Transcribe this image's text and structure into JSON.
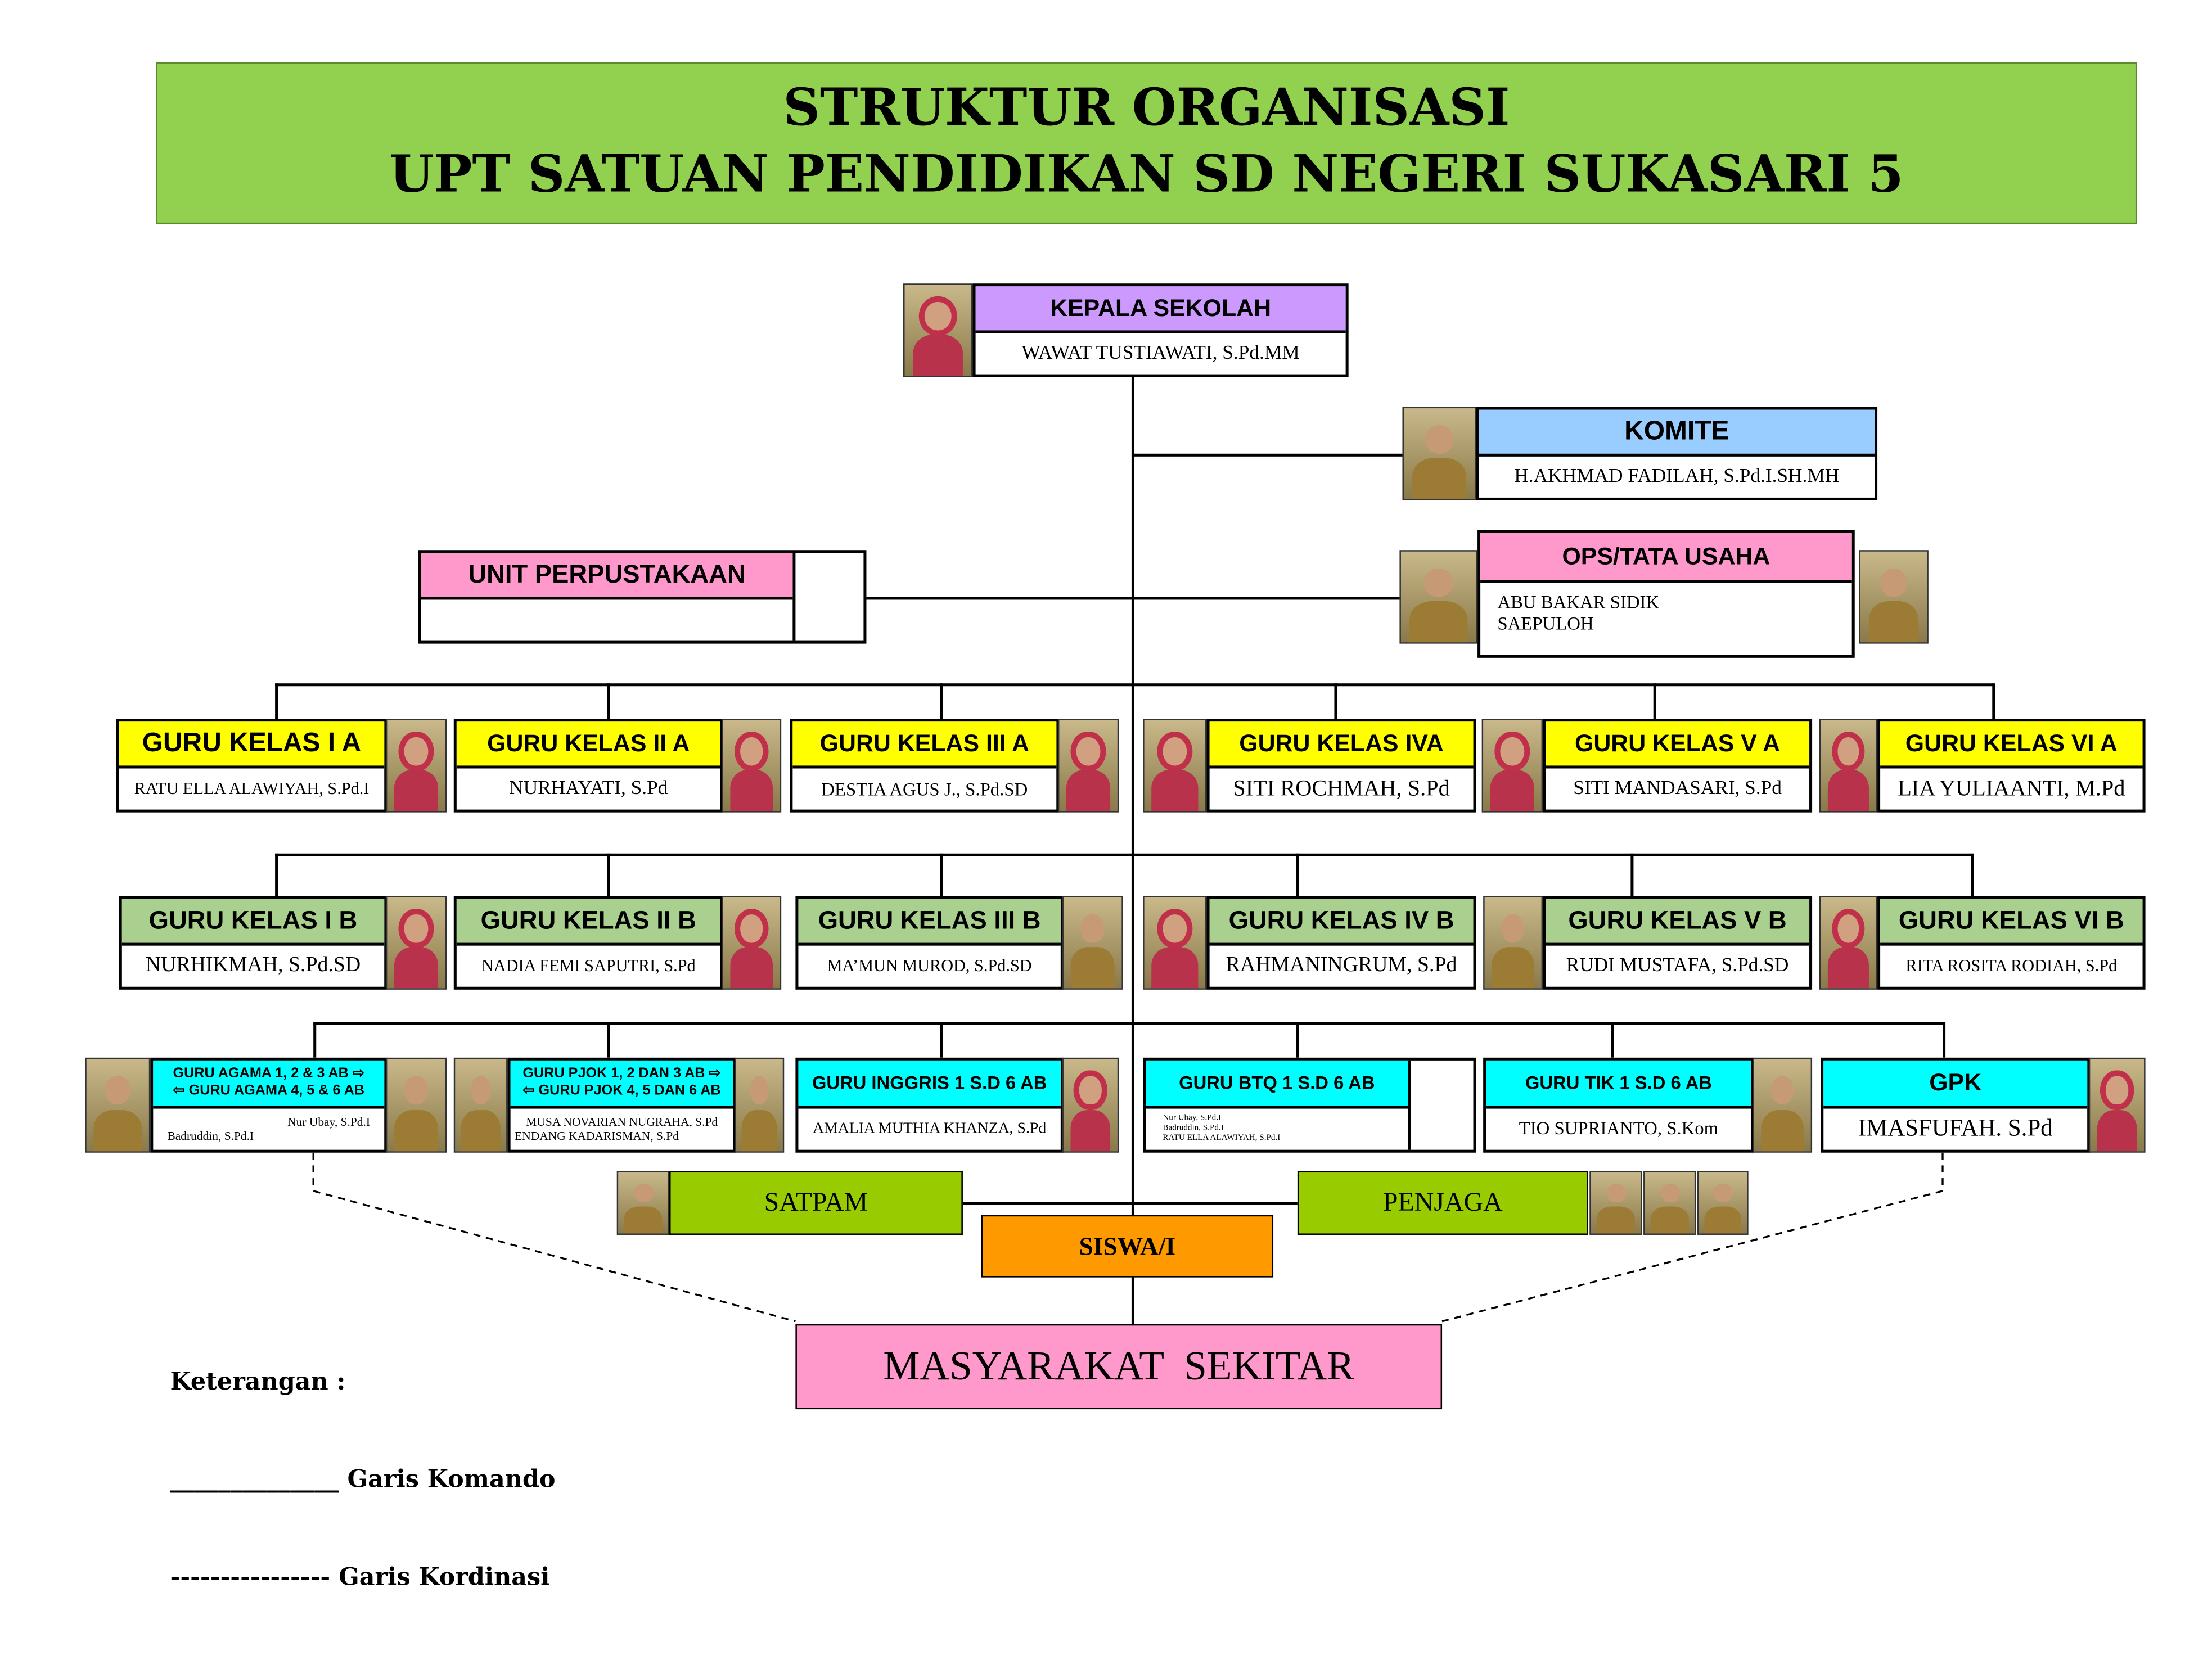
{
  "title": {
    "line1": "STRUKTUR ORGANISASI",
    "line2": "UPT SATUAN PENDIDIKAN SD NEGERI SUKASARI 5"
  },
  "kepala": {
    "title": "KEPALA  SEKOLAH",
    "name": "WAWAT TUSTIAWATI, S.Pd.MM"
  },
  "komite": {
    "title": "KOMITE",
    "name": "H.AKHMAD FADILAH, S.Pd.I.SH.MH"
  },
  "perpustakaan": {
    "title": "UNIT PERPUSTAKAAN",
    "name": ""
  },
  "ops": {
    "title": "OPS/TATA USAHA",
    "name1": "ABU BAKAR SIDIK",
    "name2": "SAEPULOH"
  },
  "row_a": [
    {
      "title": "GURU KELAS I A",
      "name": "RATU ELLA ALAWIYAH, S.Pd.I"
    },
    {
      "title": "GURU KELAS II A",
      "name": "NURHAYATI, S.Pd"
    },
    {
      "title": "GURU KELAS III A",
      "name": "DESTIA AGUS J., S.Pd.SD"
    },
    {
      "title": "GURU KELAS IVA",
      "name": "SITI ROCHMAH, S.Pd"
    },
    {
      "title": "GURU KELAS V A",
      "name": "SITI MANDASARI, S.Pd"
    },
    {
      "title": "GURU KELAS VI A",
      "name": "LIA YULIAANTI, M.Pd"
    }
  ],
  "row_b": [
    {
      "title": "GURU KELAS I B",
      "name": "NURHIKMAH, S.Pd.SD"
    },
    {
      "title": "GURU KELAS II B",
      "name": "NADIA FEMI SAPUTRI, S.Pd"
    },
    {
      "title": "GURU KELAS III B",
      "name": "MA’MUN MUROD, S.Pd.SD"
    },
    {
      "title": "GURU KELAS IV B",
      "name": "RAHMANINGRUM, S.Pd"
    },
    {
      "title": "GURU KELAS V B",
      "name": "RUDI MUSTAFA, S.Pd.SD"
    },
    {
      "title": "GURU KELAS VI B",
      "name": "RITA ROSITA RODIAH, S.Pd"
    }
  ],
  "row_c": {
    "agama": {
      "title1": "GURU AGAMA 1, 2 & 3 AB ⇨",
      "title2": "⇦ GURU AGAMA 4, 5 & 6 AB",
      "name1": "Nur Ubay, S.Pd.I",
      "name2": "Badruddin, S.Pd.I"
    },
    "pjok": {
      "title1": "GURU PJOK 1, 2 DAN 3 AB ⇨",
      "title2": "⇦ GURU PJOK 4, 5 DAN 6 AB",
      "name1": "MUSA NOVARIAN  NUGRAHA, S.Pd",
      "name2": "ENDANG KADARISMAN, S.Pd"
    },
    "inggris": {
      "title": "GURU INGGRIS 1 S.D 6 AB",
      "name": "AMALIA MUTHIA KHANZA, S.Pd"
    },
    "btq": {
      "title": "GURU BTQ 1 S.D 6 AB",
      "name1": "Nur Ubay, S.Pd.I",
      "name2": "Badruddin, S.Pd.I",
      "name3": "RATU ELLA ALAWIYAH, S.Pd.I"
    },
    "tik": {
      "title": "GURU TIK 1 S.D 6 AB",
      "name": "TIO SUPRIANTO, S.Kom"
    },
    "gpk": {
      "title": "GPK",
      "name": "IMASFUFAH. S.Pd"
    }
  },
  "satpam": "SATPAM",
  "penjaga": "PENJAGA",
  "siswa": "SISWA/I",
  "masyarakat": "MASYARAKAT  SEKITAR",
  "legend": {
    "title": "Keterangan :",
    "komando": "______________ Garis Komando",
    "kordinasi": "---------------- Garis Kordinasi"
  },
  "colors": {
    "title_bg": "#92d050",
    "kepala": "#cc99ff",
    "komite": "#99ccff",
    "pink": "#ff99cc",
    "yellow": "#ffff00",
    "green": "#a9d08e",
    "cyan": "#00ffff",
    "staff": "#99cc00",
    "siswa": "#ff9900"
  }
}
